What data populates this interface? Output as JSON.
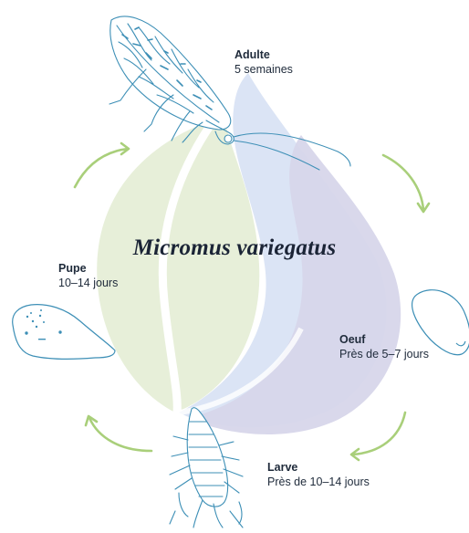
{
  "title": "Micromus variegatus",
  "stages": {
    "adulte": {
      "name": "Adulte",
      "duration": "5 semaines"
    },
    "oeuf": {
      "name": "Oeuf",
      "duration": "Près de 5–7 jours"
    },
    "larve": {
      "name": "Larve",
      "duration": "Près de 10–14 jours"
    },
    "pupe": {
      "name": "Pupe",
      "duration": "10–14 jours"
    }
  },
  "colors": {
    "leaf_green": "#e7efd9",
    "drop_blue": "#dbe4f5",
    "drop_purple": "#d7d6ea",
    "arrow_green": "#a9cf7a",
    "line_art": "#3d8fb6"
  },
  "icons": [
    "adult-lacewing-icon",
    "egg-icon",
    "larva-icon",
    "pupa-icon",
    "cycle-arrow-icon"
  ]
}
